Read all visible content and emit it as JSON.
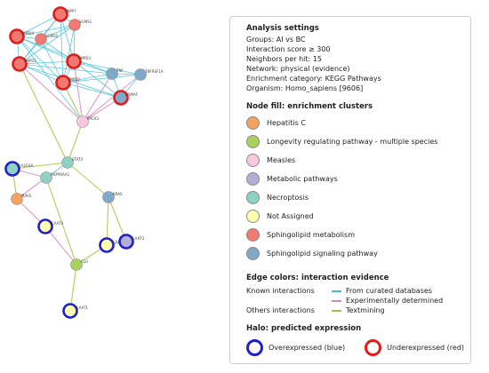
{
  "settings": {
    "title": "Analysis settings",
    "lines": [
      "Groups: AI vs BC",
      "Interaction score ≥ 300",
      "Neighbors per hit: 15",
      "Network: physical (evidence)",
      "Enrichment category: KEGG Pathways",
      "Organism: Homo_sapiens [9606]"
    ]
  },
  "node_fill": {
    "title": "Node fill: enrichment clusters",
    "clusters": [
      {
        "label": "Hepatitis C",
        "color": "#f4a460"
      },
      {
        "label": "Longevity regulating pathway - multiple species",
        "color": "#a8d25b"
      },
      {
        "label": "Measles",
        "color": "#f8c8e0"
      },
      {
        "label": "Metabolic pathways",
        "color": "#b3aed6"
      },
      {
        "label": "Necroptosis",
        "color": "#8fd1c2"
      },
      {
        "label": "Not Assigned",
        "color": "#ffffb0"
      },
      {
        "label": "Sphingolipid metabolism",
        "color": "#f07a72"
      },
      {
        "label": "Sphingolipid signaling pathway",
        "color": "#7ea9c9"
      }
    ]
  },
  "edges": {
    "title": "Edge colors: interaction evidence",
    "known_label": "Known interactions",
    "others_label": "Others interactions",
    "curated": {
      "label": "From curated databases",
      "color": "#3cc0d8"
    },
    "experimental": {
      "label": "Experimentally determined",
      "color": "#d98ac0"
    },
    "textmining": {
      "label": "Textmining",
      "color": "#a9c23c"
    }
  },
  "halo": {
    "title": "Halo: predicted expression",
    "over": {
      "label": "Overexpressed (blue)",
      "color": "#1f1fcc"
    },
    "under": {
      "label": "Underexpressed (red)",
      "color": "#e01b1b"
    }
  },
  "network": {
    "nodes": [
      {
        "id": "ENPP7",
        "label": "ENPP7",
        "fill": "#f07a72",
        "halo": "red"
      },
      {
        "id": "SGMS1",
        "label": "SGMS1",
        "fill": "#f07a72",
        "halo": "none"
      },
      {
        "id": "SMPD4",
        "label": "SMPD4",
        "fill": "#f07a72",
        "halo": "red"
      },
      {
        "id": "SGMS2",
        "label": "SGMS2",
        "fill": "#f07a72",
        "halo": "none"
      },
      {
        "id": "SMPD1",
        "label": "SMPD1",
        "fill": "#f07a72",
        "halo": "red"
      },
      {
        "id": "SMPD3",
        "label": "SMPD3",
        "fill": "#f07a72",
        "halo": "red"
      },
      {
        "id": "SMPD2",
        "label": "SMPD2",
        "fill": "#f07a72",
        "halo": "red"
      },
      {
        "id": "TNF",
        "label": "TNF",
        "fill": "#7ea9c9",
        "halo": "none"
      },
      {
        "id": "TNFRSF1A",
        "label": "TNFRSF1A",
        "fill": "#7ea9c9",
        "halo": "none"
      },
      {
        "id": "NSMAF",
        "label": "NSMAF",
        "fill": "#7ea9c9",
        "halo": "red"
      },
      {
        "id": "RACK1",
        "label": "RACK1",
        "fill": "#f8c8e0",
        "halo": "none"
      },
      {
        "id": "STAT3",
        "label": "STAT3",
        "fill": "#8fd1c2",
        "halo": "none"
      },
      {
        "id": "PLA2G4A",
        "label": "PLA2G4A",
        "fill": "#8fd1c2",
        "halo": "blue"
      },
      {
        "id": "HSP90AA1",
        "label": "HSP90AA1",
        "fill": "#8fd1c2",
        "halo": "none"
      },
      {
        "id": "MAVS",
        "label": "MAVS",
        "fill": "#f4a460",
        "halo": "none"
      },
      {
        "id": "KRAS",
        "label": "KRAS",
        "fill": "#7ea9c9",
        "halo": "none"
      },
      {
        "id": "PLAAT4",
        "label": "PLAAT4",
        "fill": "#ffffb0",
        "halo": "blue"
      },
      {
        "id": "PLAAT2",
        "label": "PLAAT2",
        "fill": "#ffffb0",
        "halo": "blue"
      },
      {
        "id": "PLAAT3",
        "label": "PLAAT3",
        "fill": "#b3aed6",
        "halo": "blue"
      },
      {
        "id": "CLU",
        "label": "CLU",
        "fill": "#a8d25b",
        "halo": "none"
      },
      {
        "id": "PLAAT1",
        "label": "PLAAT1",
        "fill": "#ffffb0",
        "halo": "blue"
      }
    ],
    "edges": [
      [
        "ENPP7",
        "SMPD4",
        "curated"
      ],
      [
        "ENPP7",
        "SGMS2",
        "curated"
      ],
      [
        "ENPP7",
        "SMPD1",
        "curated"
      ],
      [
        "ENPP7",
        "SMPD3",
        "curated"
      ],
      [
        "ENPP7",
        "SMPD2",
        "curated"
      ],
      [
        "ENPP7",
        "SGMS1",
        "curated"
      ],
      [
        "SGMS1",
        "SMPD4",
        "curated"
      ],
      [
        "SGMS1",
        "SGMS2",
        "curated"
      ],
      [
        "SGMS1",
        "SMPD1",
        "curated"
      ],
      [
        "SGMS1",
        "SMPD3",
        "curated"
      ],
      [
        "SGMS1",
        "SMPD2",
        "curated"
      ],
      [
        "SMPD4",
        "SGMS2",
        "curated"
      ],
      [
        "SMPD4",
        "SMPD1",
        "curated"
      ],
      [
        "SMPD4",
        "SMPD3",
        "curated"
      ],
      [
        "SMPD4",
        "SMPD2",
        "curated"
      ],
      [
        "SMPD4",
        "TNF",
        "curated"
      ],
      [
        "SGMS2",
        "SMPD1",
        "curated"
      ],
      [
        "SGMS2",
        "SMPD3",
        "curated"
      ],
      [
        "SGMS2",
        "SMPD2",
        "curated"
      ],
      [
        "SMPD1",
        "SMPD3",
        "curated"
      ],
      [
        "SMPD1",
        "SMPD2",
        "curated"
      ],
      [
        "SMPD1",
        "TNF",
        "curated"
      ],
      [
        "SMPD1",
        "NSMAF",
        "curated"
      ],
      [
        "SMPD3",
        "SMPD2",
        "curated"
      ],
      [
        "SMPD3",
        "TNF",
        "curated"
      ],
      [
        "SMPD3",
        "NSMAF",
        "curated"
      ],
      [
        "SMPD3",
        "TNFRSF1A",
        "curated"
      ],
      [
        "SMPD2",
        "TNF",
        "curated"
      ],
      [
        "SMPD2",
        "NSMAF",
        "curated"
      ],
      [
        "SMPD2",
        "TNFRSF1A",
        "curated"
      ],
      [
        "TNF",
        "TNFRSF1A",
        "curated"
      ],
      [
        "TNF",
        "NSMAF",
        "curated"
      ],
      [
        "TNFRSF1A",
        "NSMAF",
        "curated"
      ],
      [
        "NSMAF",
        "RACK1",
        "experimental"
      ],
      [
        "TNFRSF1A",
        "RACK1",
        "experimental"
      ],
      [
        "TNF",
        "RACK1",
        "experimental"
      ],
      [
        "SMPD3",
        "RACK1",
        "experimental"
      ],
      [
        "SMPD1",
        "RACK1",
        "experimental"
      ],
      [
        "SMPD2",
        "RACK1",
        "textmining"
      ],
      [
        "SMPD1",
        "STAT3",
        "textmining"
      ],
      [
        "RACK1",
        "STAT3",
        "textmining"
      ],
      [
        "SMPD4",
        "RACK1",
        "curated"
      ],
      [
        "STAT3",
        "HSP90AA1",
        "curated"
      ],
      [
        "STAT3",
        "KRAS",
        "textmining"
      ],
      [
        "STAT3",
        "PLA2G4A",
        "textmining"
      ],
      [
        "PLA2G4A",
        "HSP90AA1",
        "experimental"
      ],
      [
        "PLA2G4A",
        "MAVS",
        "textmining"
      ],
      [
        "HSP90AA1",
        "MAVS",
        "experimental"
      ],
      [
        "MAVS",
        "PLAAT4",
        "experimental"
      ],
      [
        "PLAAT4",
        "CLU",
        "experimental"
      ],
      [
        "HSP90AA1",
        "CLU",
        "textmining"
      ],
      [
        "KRAS",
        "PLAAT2",
        "textmining"
      ],
      [
        "KRAS",
        "PLAAT3",
        "textmining"
      ],
      [
        "PLAAT2",
        "PLAAT3",
        "curated"
      ],
      [
        "CLU",
        "PLAAT2",
        "textmining"
      ],
      [
        "CLU",
        "PLAAT1",
        "textmining"
      ]
    ]
  }
}
